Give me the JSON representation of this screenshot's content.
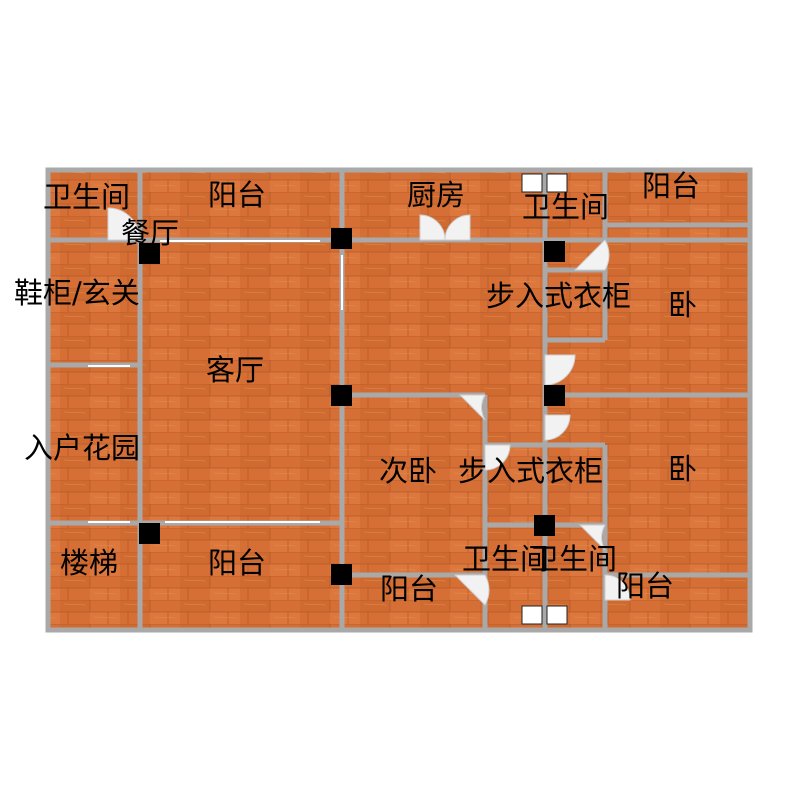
{
  "colors": {
    "floor_base": "#d56f36",
    "floor_dark": "#b85a27",
    "floor_light": "#e78c4c",
    "wall": "#a9a9a9",
    "pillar": "#000000",
    "door": "#f2f2f2"
  },
  "rooms": {
    "bathroom_1": "卫生间",
    "balcony_1": "阳台",
    "kitchen": "厨房",
    "bathroom_2": "卫生间",
    "balcony_2": "阳台",
    "dining": "餐厅",
    "shoe_cabinet": "鞋柜/玄关",
    "walkin_closet_1": "步入式衣柜",
    "master_bedroom": "卧",
    "living": "客厅",
    "entry_garden": "入户花园",
    "second_bedroom": "次卧",
    "walkin_closet_2": "步入式衣柜",
    "bedroom_3": "卧",
    "stairs": "楼梯",
    "balcony_3": "阳台",
    "bathroom_3": "卫生间",
    "bathroom_4": "卫生间",
    "balcony_4": "阳台",
    "balcony_5": "阳台"
  }
}
